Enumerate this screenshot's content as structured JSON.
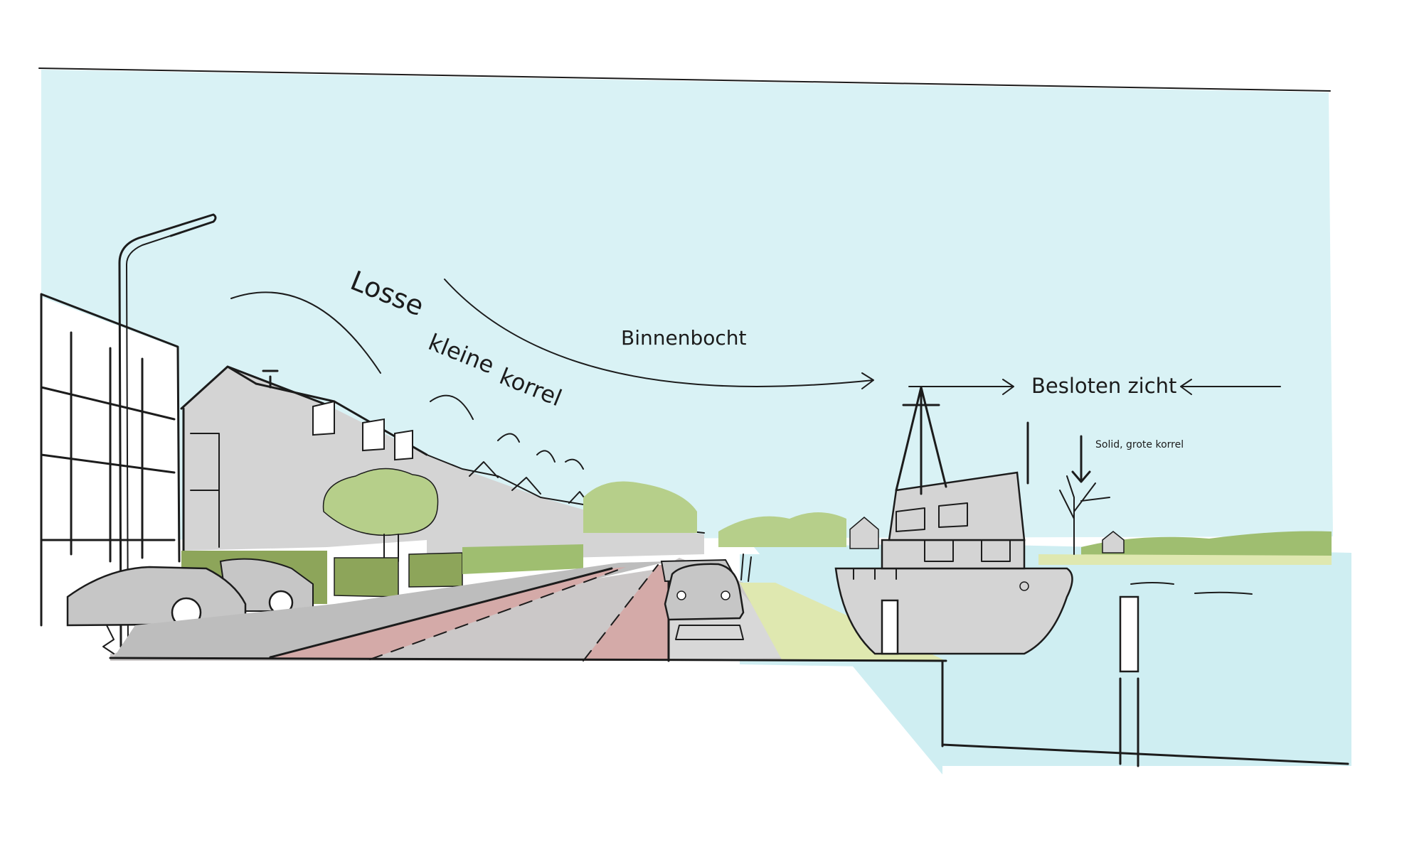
{
  "labels": {
    "losse": "Losse",
    "kleine": "kleine",
    "korrel": "korrel",
    "binnenbocht": "Binnenbocht",
    "besloten_zicht": "Besloten zicht",
    "solid_grote_korrel": "Solid, grote korrel"
  },
  "colors": {
    "sky": "#d9f2f5",
    "water": "#cfeef2",
    "building_grey": "#d4d4d4",
    "road_grey": "#cbc8c8",
    "bike_lane": "#d4aaa8",
    "grass": "#dfe8b0",
    "hedge": "#8da55a",
    "tree_green": "#b6cf8a",
    "ink": "#1c1c1c"
  }
}
